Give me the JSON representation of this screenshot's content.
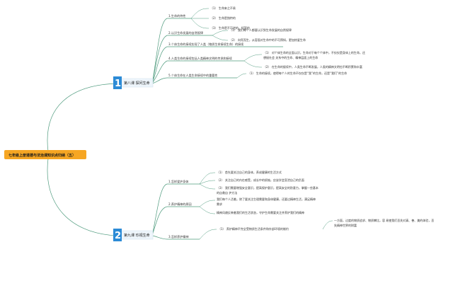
{
  "title": "七年级上册道德与法治课知识点归纳（五）",
  "chapter8": {
    "number": "1",
    "label": "第八课 探问生命",
    "topics": [
      {
        "text": "1.生命的特性",
        "leaves": [
          "（1） 生命来之不易",
          "（2） 生命是独特的",
          "（3） 生命是不可逆的、短暂的"
        ]
      },
      {
        "text": "2.认识生命发展的自然规律",
        "leaves": [
          "（1） 我们每个人都要认识到生命发展的自然规律",
          "（2） 向死而生，从容面对生命中的不可预知，更加热爱生命"
        ]
      },
      {
        "text": "3.个体生命的接续实现了人类（物质生命接续生命）的接续",
        "leaves": []
      },
      {
        "text": "4.人类生命的接续包括人类精神文明的传承和接续",
        "leaves": [
          "（1） 对个体生命的全面认识，生命对于每个个体中，不仅仅是身体上的生命，还",
          "想接社会 关系中的生命、精神层面上的生命",
          "（2） 在生命的接续中，人类生命不断发展，人类的精神文明也不断积累和丰富"
        ]
      },
      {
        "text": "5.个体生命在人类生命接续中的重要性",
        "leaves": [
          "（1） 生命的接续，使得每个人的生命不仅仅是“我”的生命，还是“我们”的生命"
        ]
      }
    ]
  },
  "chapter9": {
    "number": "2",
    "label": "第九课 珍视生命",
    "topics": [
      {
        "text": "1.怎样爱护身体",
        "leaves": [
          "（1） 首先要关注自己的身体，养成健康的生活方式",
          "（2） 关注自己的内在感受，成长中的烦恼，应该学会宣泄自己的负面",
          "（3） 我们需要增强安全意识，提高保护意识，提高安全的防意力，掌握一些基本",
          "的自救自 护方法"
        ]
      },
      {
        "text": "2.养护精神的原因",
        "leaves": [
          "我们每个人活着，除了要关注生理需要和身体健康，还要过精神生活，满足精神",
          "需求",
          "精神风貌反映着我们的生活状态，守护生命需要关注并养护我们的精神"
        ]
      },
      {
        "text": "3.怎样养护精神",
        "leaves": [
          "（1） 养护精神不完全受物质生活条件和外部环境的制约",
          "一方面，过度的物质追求、物质攀比，容 易使我们丢失对真、善、美的体验，丢",
          "失精神世界的财富"
        ]
      }
    ]
  }
}
